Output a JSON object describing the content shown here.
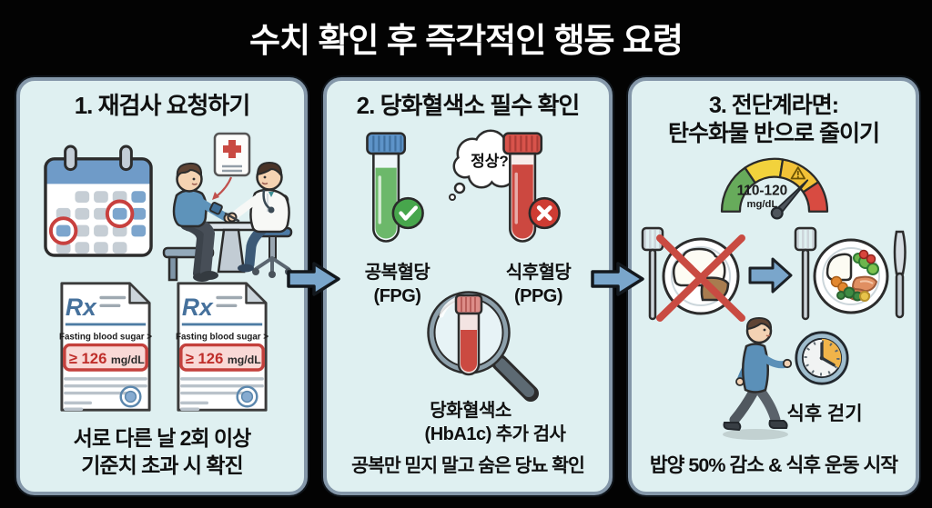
{
  "title": "수치 확인 후 즉각적인 행동 요령",
  "colors": {
    "background": "#000000",
    "panel_bg": "#dff0f1",
    "panel_border": "#8497a9",
    "arrow_blue": "#7aa6cb",
    "alert_red": "#c5403c",
    "success_green": "#47a64c",
    "gauge_green": "#67ab5b",
    "gauge_yellow": "#f2d23c",
    "gauge_orange": "#f3c237",
    "gauge_red": "#d84b41"
  },
  "panel1": {
    "heading": "1. 재검사 요청하기",
    "rx_label": "Rx",
    "rx_caption": "Fasting blood sugar >",
    "rx_value": "≥ 126",
    "rx_unit": "mg/dL",
    "caption_line1": "서로 다른 날 2회 이상",
    "caption_line2": "기준치 초과 시 확진"
  },
  "panel2": {
    "heading": "2. 당화혈색소 필수 확인",
    "thought_bubble": "정상?",
    "fasting_label": "공복혈당",
    "fasting_abbr": "(FPG)",
    "postmeal_label": "식후혈당",
    "postmeal_abbr": "(PPG)",
    "hba1c_label": "당화혈색소",
    "hba1c_sub": "(HbA1c) 추가 검사",
    "caption": "공복만 믿지 말고 숨은 당뇨 확인"
  },
  "panel3": {
    "heading_line1": "3. 전단계라면:",
    "heading_line2": "탄수화물 반으로 줄이기",
    "gauge_value": "110-120",
    "gauge_unit": "mg/dL",
    "walk_label": "식후 걷기",
    "caption": "밥양 50% 감소 & 식후 운동 시작"
  }
}
